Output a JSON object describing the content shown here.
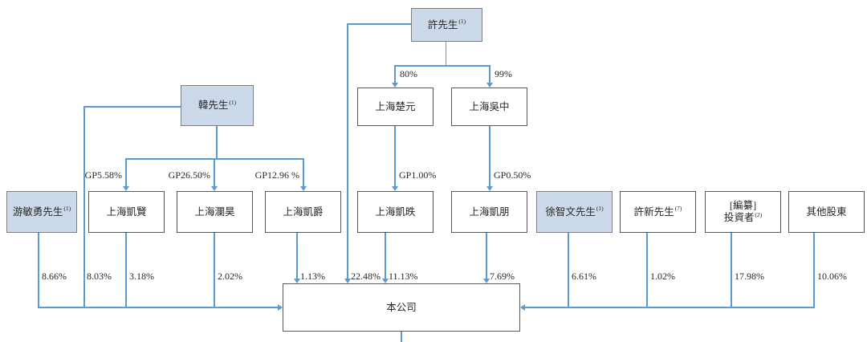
{
  "diagram_title": "shareholding-structure",
  "colors": {
    "connector": "#5b9bd5",
    "person_box_fill": "#ccd9ea",
    "person_box_border": "#7f7f7f",
    "entity_box_border": "#595959",
    "text": "#262626"
  },
  "nodes": {
    "xu": {
      "label": "許先生",
      "sup": "(1)"
    },
    "han": {
      "label": "韓先生",
      "sup": "(1)"
    },
    "you": {
      "label": "游敏勇先生",
      "sup": "(1)"
    },
    "chuyuan": {
      "label": "上海楚元"
    },
    "wuzhong": {
      "label": "上海吳中"
    },
    "kaixian": {
      "label": "上海凱賢"
    },
    "lanhao": {
      "label": "上海瀾昊"
    },
    "kaijue": {
      "label": "上海凱爵"
    },
    "kaidie": {
      "label": "上海凱昳"
    },
    "kaipeng": {
      "label": "上海凱朋"
    },
    "xuzhiwen": {
      "label": "徐智文先生",
      "sup": "(1)"
    },
    "xuxin": {
      "label": "許新先生",
      "sup": "(7)"
    },
    "investors": {
      "line1": "[編纂]",
      "line2": "投資者",
      "sup": "(2)"
    },
    "other": {
      "label": "其他股東"
    },
    "company": {
      "label": "本公司"
    }
  },
  "edges": [
    {
      "from": "許先生",
      "to": "上海楚元",
      "label": "80%"
    },
    {
      "from": "許先生",
      "to": "上海吳中",
      "label": "99%"
    },
    {
      "from": "韓先生",
      "to": "上海凱賢",
      "label": "GP5.58%"
    },
    {
      "from": "韓先生",
      "to": "上海瀾昊",
      "label": "GP26.50%"
    },
    {
      "from": "韓先生",
      "to": "上海凱爵",
      "label": "GP12.96 %"
    },
    {
      "from": "上海楚元",
      "to": "上海凱昳",
      "label": "GP1.00%"
    },
    {
      "from": "上海吳中",
      "to": "上海凱朋",
      "label": "GP0.50%"
    },
    {
      "from": "游敏勇先生",
      "to": "本公司",
      "label": "8.66%"
    },
    {
      "from": "韓先生",
      "to": "本公司",
      "label": "8.03%"
    },
    {
      "from": "上海凱賢",
      "to": "本公司",
      "label": "3.18%"
    },
    {
      "from": "上海瀾昊",
      "to": "本公司",
      "label": "2.02%"
    },
    {
      "from": "上海凱爵",
      "to": "本公司",
      "label": "1.13%"
    },
    {
      "from": "許先生",
      "to": "本公司",
      "label": "22.48%"
    },
    {
      "from": "上海凱昳",
      "to": "本公司",
      "label": "11.13%"
    },
    {
      "from": "上海凱朋",
      "to": "本公司",
      "label": "7.69%"
    },
    {
      "from": "徐智文先生",
      "to": "本公司",
      "label": "6.61%"
    },
    {
      "from": "許新先生",
      "to": "本公司",
      "label": "1.02%"
    },
    {
      "from": "[編纂]投資者",
      "to": "本公司",
      "label": "17.98%"
    },
    {
      "from": "其他股東",
      "to": "本公司",
      "label": "10.06%"
    }
  ]
}
